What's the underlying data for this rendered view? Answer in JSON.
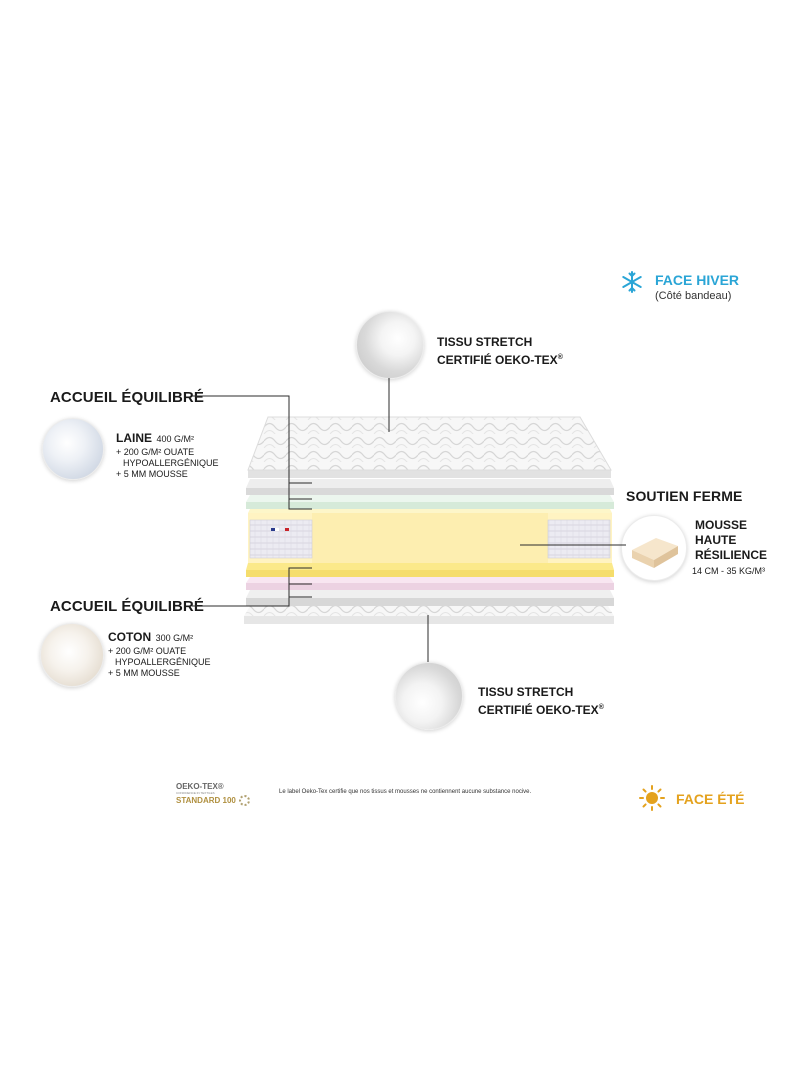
{
  "face_top": {
    "title": "FACE HIVER",
    "subtitle": "(Côté bandeau)",
    "color": "#2aa5d6",
    "icon": "snowflake-icon"
  },
  "face_bottom": {
    "title": "FACE ÉTÉ",
    "color": "#e4a21e",
    "icon": "sun-icon"
  },
  "top_fabric": {
    "line1": "TISSU STRETCH",
    "line2": "CERTIFIÉ OEKO-TEX",
    "mark": "®"
  },
  "bottom_fabric": {
    "line1": "TISSU STRETCH",
    "line2": "CERTIFIÉ OEKO-TEX",
    "mark": "®"
  },
  "comfort_top": {
    "heading": "ACCUEIL ÉQUILIBRÉ",
    "material": "LAINE",
    "weight": "400 G/M²",
    "lines": [
      "+ 200 G/M² OUATE",
      "HYPOALLERGÉNIQUE",
      "+ 5 MM MOUSSE"
    ]
  },
  "comfort_bottom": {
    "heading": "ACCUEIL ÉQUILIBRÉ",
    "material": "COTON",
    "weight": "300 G/M²",
    "lines": [
      "+ 200 G/M² OUATE",
      "HYPOALLERGÉNIQUE",
      "+ 5 MM MOUSSE"
    ]
  },
  "support": {
    "heading": "SOUTIEN FERME",
    "lines": [
      "MOUSSE",
      "HAUTE",
      "RÉSILIENCE"
    ],
    "spec": "14 CM - 35 KG/M³"
  },
  "oeko": {
    "brand": "OEKO-TEX®",
    "tagline": "CONFIDENCE IN TEXTILES",
    "standard": "STANDARD 100",
    "note": "Le label Oeko-Tex certifie que nos tissus et mousses ne contiennent aucune substance nocive."
  }
}
